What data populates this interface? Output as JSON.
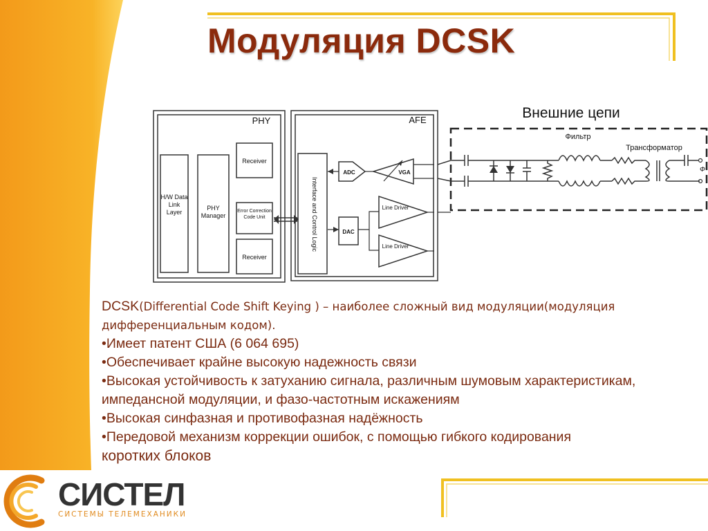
{
  "slide": {
    "title": "Модуляция DCSK",
    "colors": {
      "accent_orange": "#f5a21c",
      "title_brown": "#8B2A0C",
      "text_brown": "#7A2A10",
      "gold_frame": "#f0c020"
    }
  },
  "diagram": {
    "external_label": "Внешние цепи",
    "phy": {
      "label": "PHY",
      "blocks": [
        "H/W Data Link Layer",
        "PHY Manager",
        "Receiver",
        "Error Correction Code Unit",
        "Receiver"
      ]
    },
    "afe": {
      "label": "AFE",
      "interface": "Interface and Control Logic",
      "adc": "ADC",
      "vga": "VGA",
      "dac": "DAC",
      "line_driver_1": "Line Driver",
      "line_driver_2": "Line Driver"
    },
    "filter_label": "Фильтр",
    "transformer_label": "Трансформатор",
    "phase_symbol": "Ф"
  },
  "body": {
    "intro_lead": "DCSK",
    "intro_rest": "(Differential Code Shift Keying ) – наиболее сложный вид модуляции(модуляция дифференциальным кодом).",
    "bullets": [
      "•Имеет патент США (6 064 695)",
      "•Обеспечивает крайне высокую надежность связи",
      "•Высокая устойчивость к затуханию сигнала, различным шумовым характеристикам, импедансной модуляции, и фазо-частотным искажениям",
      "•Высокая синфазная и противофазная надёжность",
      "•Передовой механизм коррекции ошибок, с помощью гибкого кодирования"
    ],
    "last_line": "коротких блоков"
  },
  "logo": {
    "name": "СИСТЕЛ",
    "tagline": "СИСТЕМЫ ТЕЛЕМЕХАНИКИ"
  }
}
